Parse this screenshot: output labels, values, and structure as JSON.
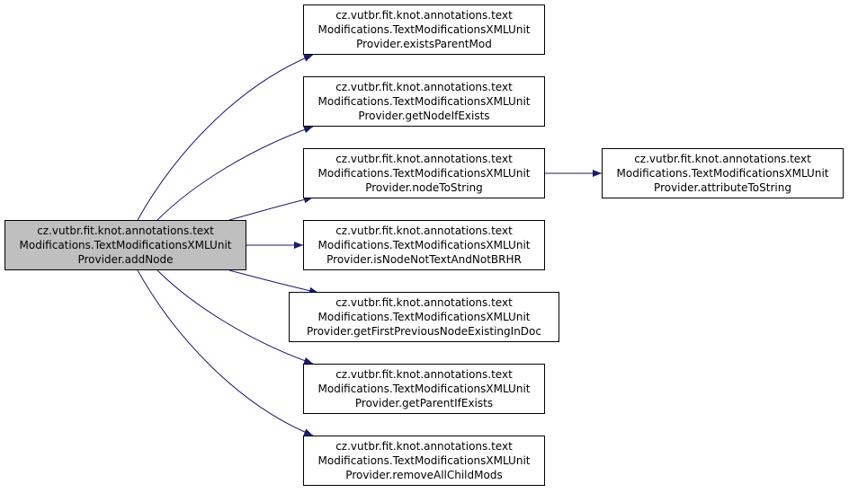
{
  "colors": {
    "edge": "#191970",
    "root_fill": "#bfbfbf",
    "node_fill": "#ffffff",
    "border": "#000000"
  },
  "nodes": [
    {
      "id": "root",
      "lines": [
        "cz.vutbr.fit.knot.annotations.text",
        "Modifications.TextModificationsXMLUnit",
        "Provider.addNode"
      ]
    },
    {
      "id": "0",
      "lines": [
        "cz.vutbr.fit.knot.annotations.text",
        "Modifications.TextModificationsXMLUnit",
        "Provider.existsParentMod"
      ]
    },
    {
      "id": "1",
      "lines": [
        "cz.vutbr.fit.knot.annotations.text",
        "Modifications.TextModificationsXMLUnit",
        "Provider.getNodeIfExists"
      ]
    },
    {
      "id": "2",
      "lines": [
        "cz.vutbr.fit.knot.annotations.text",
        "Modifications.TextModificationsXMLUnit",
        "Provider.nodeToString"
      ]
    },
    {
      "id": "3",
      "lines": [
        "cz.vutbr.fit.knot.annotations.text",
        "Modifications.TextModificationsXMLUnit",
        "Provider.isNodeNotTextAndNotBRHR"
      ]
    },
    {
      "id": "4",
      "lines": [
        "cz.vutbr.fit.knot.annotations.text",
        "Modifications.TextModificationsXMLUnit",
        "Provider.getFirstPreviousNodeExistingInDoc"
      ]
    },
    {
      "id": "5",
      "lines": [
        "cz.vutbr.fit.knot.annotations.text",
        "Modifications.TextModificationsXMLUnit",
        "Provider.getParentIfExists"
      ]
    },
    {
      "id": "6",
      "lines": [
        "cz.vutbr.fit.knot.annotations.text",
        "Modifications.TextModificationsXMLUnit",
        "Provider.removeAllChildMods"
      ]
    },
    {
      "id": "7",
      "lines": [
        "cz.vutbr.fit.knot.annotations.text",
        "Modifications.TextModificationsXMLUnit",
        "Provider.attributeToString"
      ]
    }
  ],
  "edges": [
    {
      "from": "root",
      "to": "0"
    },
    {
      "from": "root",
      "to": "1"
    },
    {
      "from": "root",
      "to": "2"
    },
    {
      "from": "root",
      "to": "3"
    },
    {
      "from": "root",
      "to": "4"
    },
    {
      "from": "root",
      "to": "5"
    },
    {
      "from": "root",
      "to": "6"
    },
    {
      "from": "2",
      "to": "7"
    }
  ]
}
